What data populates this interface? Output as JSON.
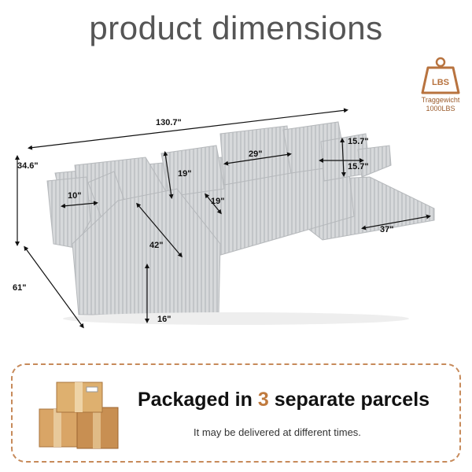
{
  "header": {
    "title": "product dimensions"
  },
  "weight_badge": {
    "icon": "weight-icon",
    "unit": "LBS",
    "line1": "Traggewicht",
    "line2": "1000LBS",
    "color": "#b8733f"
  },
  "dimensions": {
    "total_width": "130.7\"",
    "height": "34.6\"",
    "depth": "61\"",
    "arm_width": "10\"",
    "back_cushion_height": "19\"",
    "back_cushion_width": "29\"",
    "pillow_height": "15.7\"",
    "pillow_width": "15.7\"",
    "seat_depth": "19\"",
    "chaise_length": "42\"",
    "seat_height": "16\"",
    "chaise_width": "37\""
  },
  "packaging": {
    "text_before": "Packaged in ",
    "count": "3",
    "text_after": " separate parcels",
    "note": "It may be delivered at different times.",
    "accent": "#c07a3e"
  }
}
